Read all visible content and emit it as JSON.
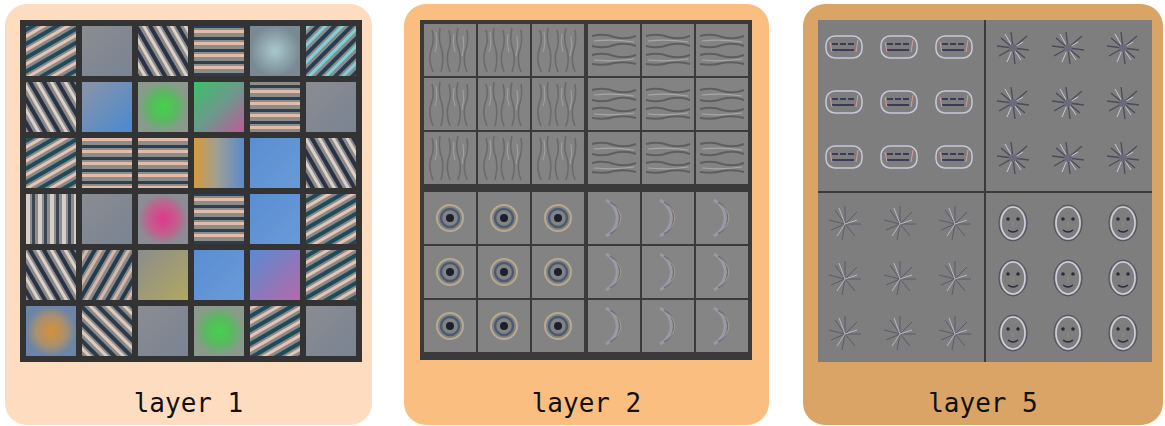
{
  "diagram": {
    "nodes": [
      {
        "text": [
          "layer 1"
        ]
      },
      {
        "text": [
          "layer 2"
        ]
      },
      {
        "text": [
          "layer 5"
        ]
      }
    ]
  }
}
